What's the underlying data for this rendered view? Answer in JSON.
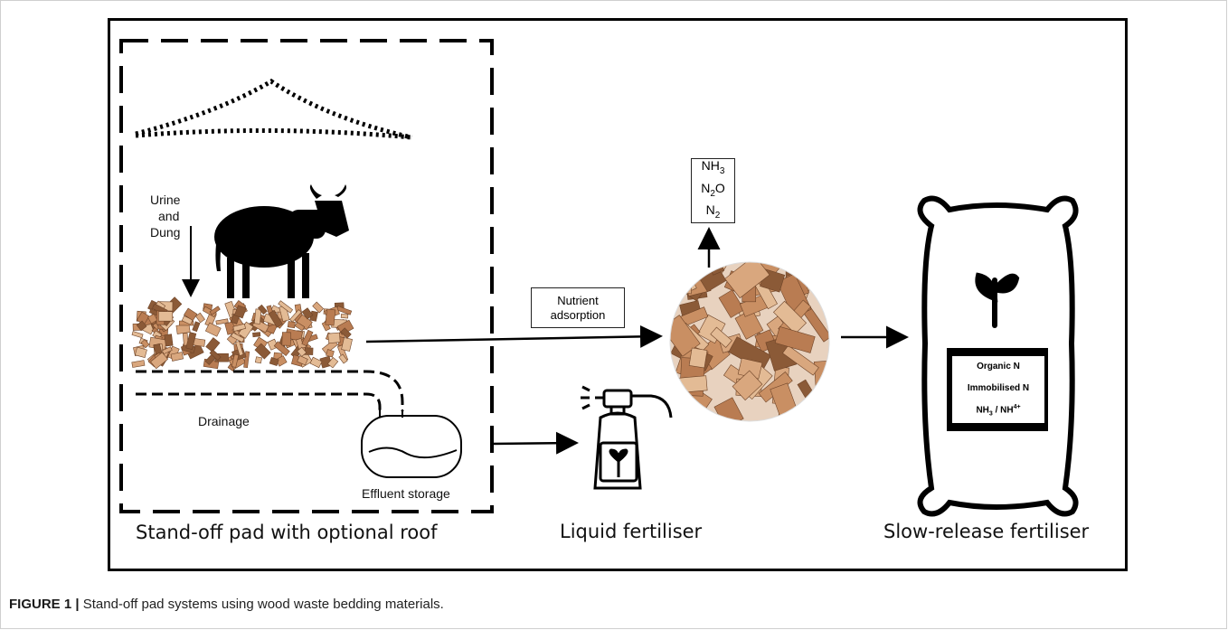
{
  "gases": [
    "NH3",
    "N2O",
    "N2"
  ],
  "nutrient_box": {
    "line1": "Nutrient",
    "line2": "adsorption"
  },
  "urine_label": {
    "line1": "Urine",
    "line2": "and",
    "line3": "Dung"
  },
  "drainage_label": "Drainage",
  "effluent_label": "Effluent storage",
  "bag_label": {
    "organic": "Organic N",
    "immobilised": "Immobilised N",
    "nh": "NH3 / NH4+"
  },
  "bottom_labels": {
    "pad": "Stand-off pad with optional roof",
    "liquid": "Liquid fertiliser",
    "slow": "Slow-release fertiliser"
  },
  "caption": {
    "prefix": "FIGURE 1 |",
    "text": "Stand-off pad systems using wood waste bedding materials."
  },
  "colors": {
    "wood": "#c98f63",
    "wood_dark": "#8b5a37",
    "ink": "#000000"
  }
}
